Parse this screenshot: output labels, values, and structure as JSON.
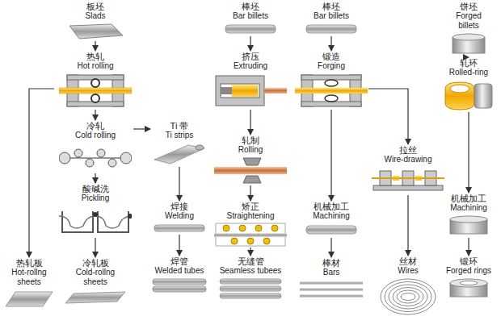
{
  "diagram": {
    "nodes": [
      {
        "text": [
          "板坯",
          "Slads"
        ]
      },
      {
        "text": [
          "热轧",
          "Hot rolling"
        ]
      },
      {
        "text": [
          "冷轧",
          "Cold rolling"
        ]
      },
      {
        "text": [
          "Ti 带",
          "Ti strips"
        ]
      },
      {
        "text": [
          "酸碱洗",
          "Pickling"
        ]
      },
      {
        "text": [
          "热轧板",
          "Hot-rollng sheets"
        ]
      },
      {
        "text": [
          "冷轧板",
          "Cold-rollng sheets"
        ]
      },
      {
        "text": [
          "焊接",
          "Welding"
        ]
      },
      {
        "text": [
          "焊管",
          "Welded tubes"
        ]
      },
      {
        "text": [
          "棒坯",
          "Bar billets"
        ]
      },
      {
        "text": [
          "挤压",
          "Extruding"
        ]
      },
      {
        "text": [
          "轧制",
          "Rolling"
        ]
      },
      {
        "text": [
          "矫正",
          "Straightening"
        ]
      },
      {
        "text": [
          "无缝管",
          "Seamless tubees"
        ]
      },
      {
        "text": [
          "棒坯",
          "Bar billets"
        ]
      },
      {
        "text": [
          "锻造",
          "Forging"
        ]
      },
      {
        "text": [
          "机械加工",
          "Machining"
        ]
      },
      {
        "text": [
          "棒材",
          "Bars"
        ]
      },
      {
        "text": [
          "拉丝",
          "Wire-drawing"
        ]
      },
      {
        "text": [
          "丝材",
          "Wires"
        ]
      },
      {
        "text": [
          "饼坯",
          "Forged billets"
        ]
      },
      {
        "text": [
          "轧环",
          "Rolled-ring"
        ]
      },
      {
        "text": [
          "机械加工",
          "Machining"
        ]
      },
      {
        "text": [
          "锻环",
          "Forged rings"
        ]
      }
    ],
    "edges": [
      {
        "from": 0,
        "to": 1,
        "arrow": "to"
      },
      {
        "from": 1,
        "to": 2,
        "arrow": "to"
      },
      {
        "from": 1,
        "to": 5,
        "arrow": "to"
      },
      {
        "from": 2,
        "to": 3,
        "arrow": "to"
      },
      {
        "from": 2,
        "to": 4,
        "arrow": "to"
      },
      {
        "from": 4,
        "to": 6,
        "arrow": "to"
      },
      {
        "from": 3,
        "to": 7,
        "arrow": "to"
      },
      {
        "from": 7,
        "to": 8,
        "arrow": "to"
      },
      {
        "from": 9,
        "to": 10,
        "arrow": "to"
      },
      {
        "from": 10,
        "to": 11,
        "arrow": "to"
      },
      {
        "from": 11,
        "to": 12,
        "arrow": "to"
      },
      {
        "from": 12,
        "to": 13,
        "arrow": "to"
      },
      {
        "from": 14,
        "to": 15,
        "arrow": "to"
      },
      {
        "from": 15,
        "to": 16,
        "arrow": "to"
      },
      {
        "from": 16,
        "to": 17,
        "arrow": "to"
      },
      {
        "from": 15,
        "to": 18,
        "arrow": "to"
      },
      {
        "from": 18,
        "to": 19,
        "arrow": "to"
      },
      {
        "from": 20,
        "to": 21,
        "arrow": "to"
      },
      {
        "from": 21,
        "to": 22,
        "arrow": "to"
      },
      {
        "from": 22,
        "to": 23,
        "arrow": "to"
      }
    ]
  }
}
